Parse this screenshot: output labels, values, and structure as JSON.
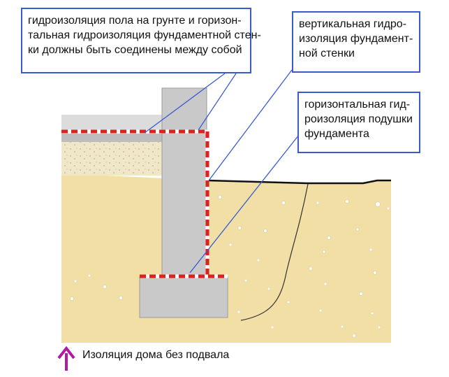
{
  "callouts": {
    "floor_and_wall_horizontal": {
      "lines": [
        "гидроизоляция пола на грунте и горизон-",
        "тальная гидроизоляция фундаментной стен-",
        "ки должны быть соединены между собой"
      ]
    },
    "vertical_wall": {
      "lines": [
        "вертикальная гидро-",
        "изоляция фундамент-",
        "ной стенки"
      ]
    },
    "horizontal_pad": {
      "lines": [
        "горизонтальная гид-",
        "роизоляция подушки",
        "фундамента"
      ]
    }
  },
  "caption": "Изоляция дома без подвала",
  "icons": {
    "caption_arrow": "up-arrow-icon"
  },
  "colors": {
    "callout_border": "#3a5bd0",
    "leader_line": "#3a5bd0",
    "soil": "#f1dfa6",
    "foundation": "#c9c9c9",
    "gravel": "#efe7c8",
    "insulation_red": "#d8231f",
    "caption_arrow": "#b21aa3"
  }
}
